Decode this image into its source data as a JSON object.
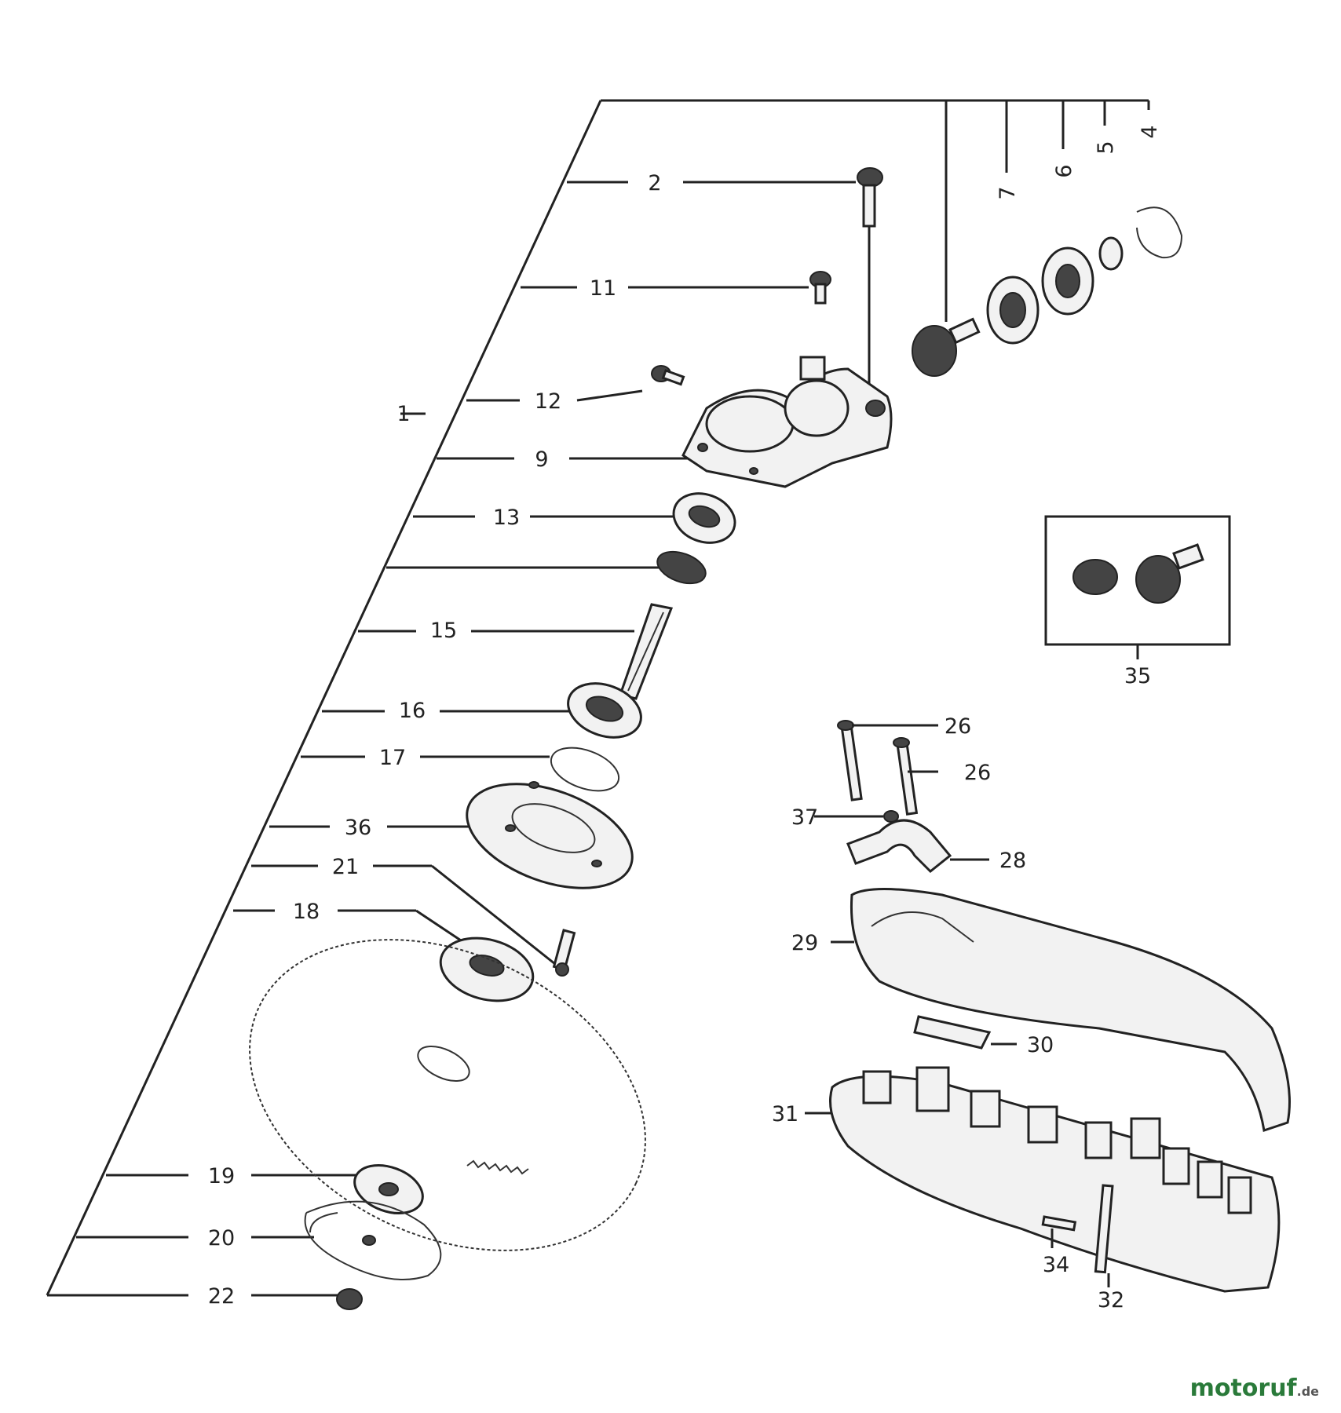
{
  "callouts": {
    "c1": "1",
    "c2": "2",
    "c4": "4",
    "c5": "5",
    "c6": "6",
    "c7": "7",
    "c9": "9",
    "c11": "11",
    "c12": "12",
    "c13": "13",
    "c15": "15",
    "c16": "16",
    "c17": "17",
    "c18": "18",
    "c19": "19",
    "c20": "20",
    "c21": "21",
    "c22": "22",
    "c26a": "26",
    "c26b": "26",
    "c28": "28",
    "c29": "29",
    "c30": "30",
    "c31": "31",
    "c32": "32",
    "c34": "34",
    "c35": "35",
    "c36": "36",
    "c37": "37"
  },
  "watermark": {
    "main": "motoruf",
    "suffix": ".de"
  }
}
